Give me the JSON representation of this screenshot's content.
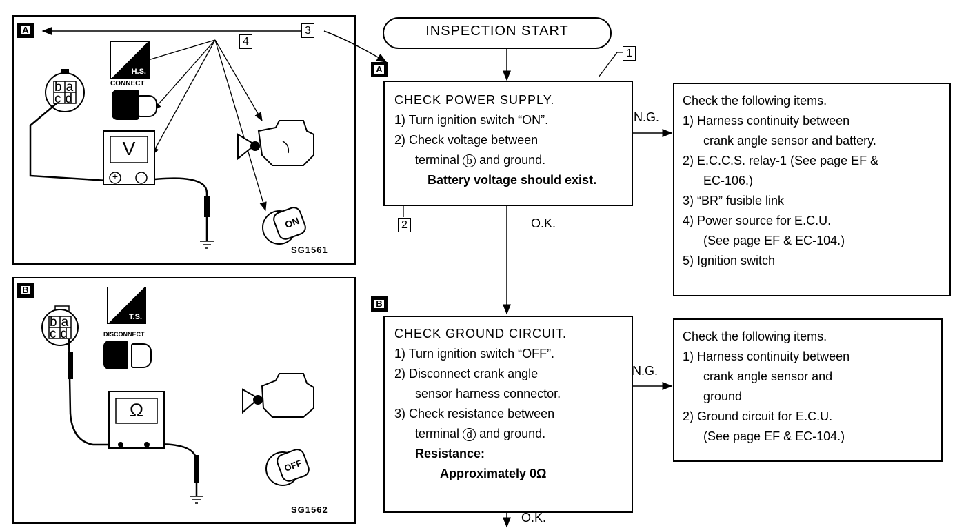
{
  "panel_a": {
    "tag": "A",
    "callout_3": "3",
    "callout_4": "4",
    "hs_label": "H.S.",
    "connect_label": "CONNECT",
    "meter_label": "V",
    "plus": "+",
    "minus": "−",
    "key_label": "ON",
    "figure_code": "SG1561",
    "terminals": [
      "b",
      "a",
      "c",
      "d"
    ]
  },
  "panel_b": {
    "tag": "B",
    "ts_label": "T.S.",
    "disconnect_label": "DISCONNECT",
    "meter_label": "Ω",
    "key_label": "OFF",
    "figure_code": "SG1562",
    "terminals": [
      "b",
      "a",
      "c",
      "d"
    ]
  },
  "flow": {
    "start": "INSPECTION START",
    "callout_1": "1",
    "callout_2": "2",
    "tag_a": "A",
    "tag_b": "B",
    "step1": {
      "title": "CHECK POWER SUPPLY.",
      "line1": "1) Turn ignition switch “ON”.",
      "line2": "2) Check voltage between",
      "line3a": "terminal",
      "line3_terminal": "b",
      "line3b": "and ground.",
      "line4": "Battery voltage should exist."
    },
    "ng_label_1": "N.G.",
    "ok_label_1": "O.K.",
    "ng1": {
      "header": "Check the following items.",
      "items": [
        "1) Harness continuity between",
        "crank angle sensor and battery.",
        "2) E.C.C.S. relay-1 (See page EF &",
        "EC-106.)",
        "3) “BR” fusible link",
        "4) Power source for E.C.U.",
        "(See page EF & EC-104.)",
        "5) Ignition switch"
      ]
    },
    "step2": {
      "title": "CHECK GROUND CIRCUIT.",
      "line1": "1) Turn ignition switch “OFF”.",
      "line2": "2) Disconnect crank angle",
      "line3": "sensor harness connector.",
      "line4": "3) Check resistance between",
      "line5a": "terminal",
      "line5_terminal": "d",
      "line5b": "and ground.",
      "line6": "Resistance:",
      "line7": "Approximately 0Ω"
    },
    "ng_label_2": "N.G.",
    "ok_label_2": "O.K.",
    "ng2": {
      "header": "Check the following items.",
      "items": [
        "1) Harness continuity between",
        "crank angle sensor and",
        "ground",
        "2) Ground circuit for E.C.U.",
        "(See page EF & EC-104.)"
      ]
    }
  }
}
